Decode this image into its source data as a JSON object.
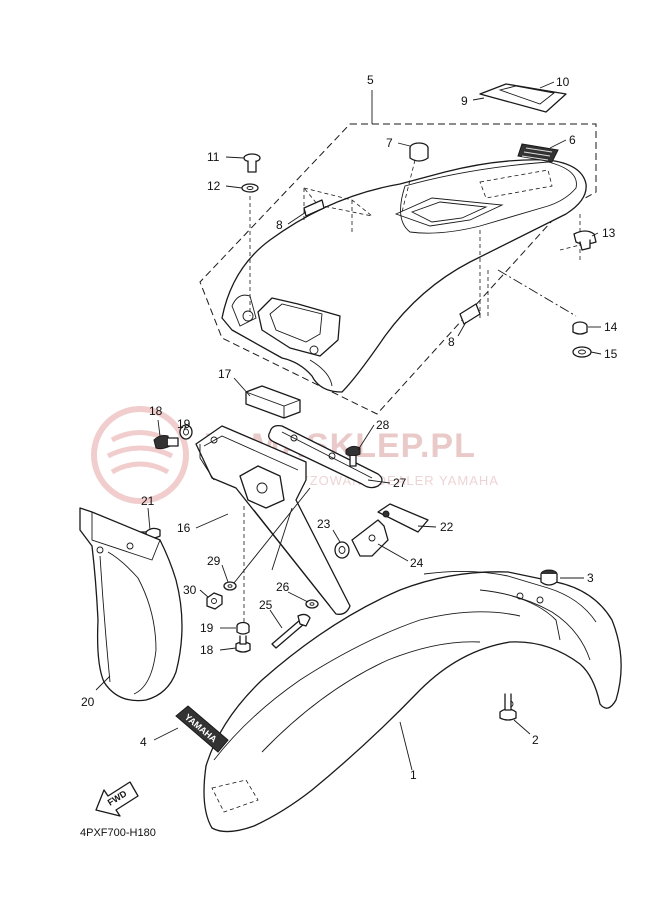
{
  "diagram": {
    "code": "4PXF700-H180",
    "fwd_label": "FWD",
    "watermark": {
      "title": "YAMASKLEP.PL",
      "subtitle": "AUTORYZOWANY DEALER YAMAHA"
    },
    "decal_text": "YAMAHA",
    "callouts": [
      "1",
      "2",
      "3",
      "4",
      "5",
      "6",
      "7",
      "8",
      "8",
      "9",
      "10",
      "11",
      "12",
      "13",
      "14",
      "15",
      "16",
      "17",
      "18",
      "18",
      "19",
      "19",
      "20",
      "21",
      "22",
      "23",
      "24",
      "25",
      "26",
      "27",
      "28",
      "29",
      "30"
    ]
  }
}
